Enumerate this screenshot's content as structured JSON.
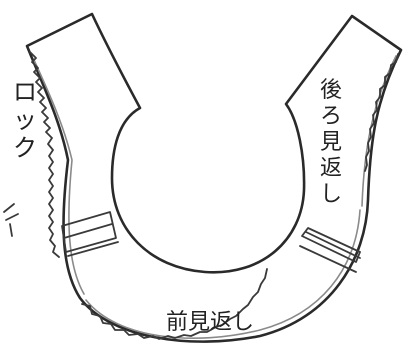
{
  "labels": {
    "overlock": "ロック",
    "back_facing": "後ろ見返し",
    "front_facing": "前見返し"
  },
  "colors": {
    "ink": "#2a2a2a",
    "overlock_stitch": "#8a8a8a",
    "background": "#ffffff"
  }
}
